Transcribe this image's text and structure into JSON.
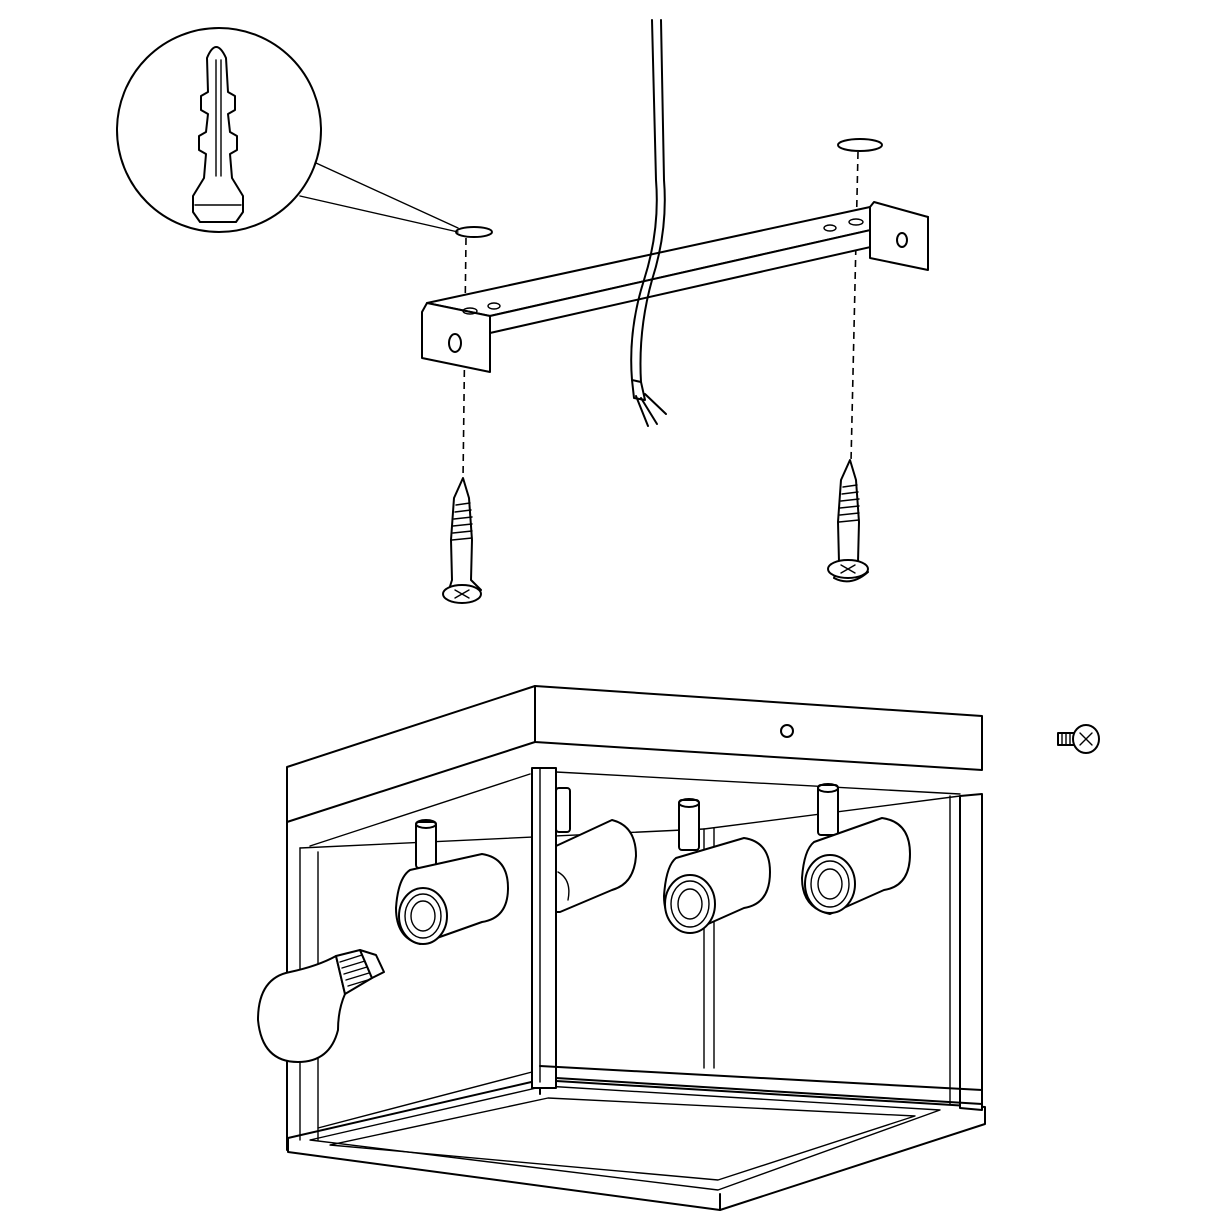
{
  "diagram": {
    "kind": "assembly-instructions",
    "line_color": "#000000",
    "background": "#ffffff",
    "parts": [
      "wall-plug-detail-icon",
      "mounting-bracket",
      "power-cable",
      "mounting-screw",
      "ceiling-fixture-box",
      "spotlight-socket",
      "light-bulb-icon",
      "fixing-screw-icon"
    ],
    "spotlight_count": 4,
    "mounting_screw_count": 2
  }
}
